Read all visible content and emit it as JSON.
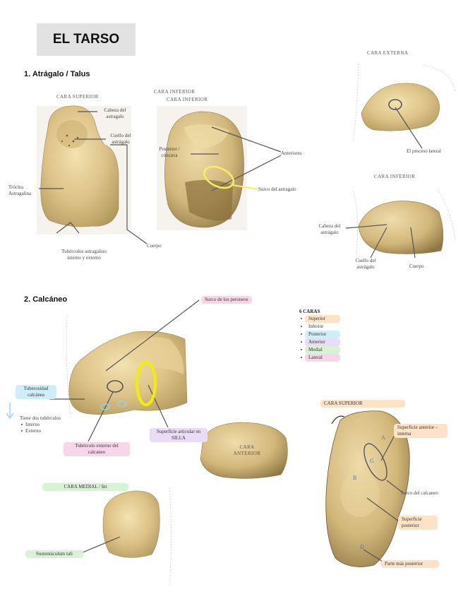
{
  "title": "EL TARSO",
  "section1": {
    "heading": "1. Atrágalo / Talus",
    "cara_superior": {
      "caption": "CARA SUPERIOR",
      "cabeza": "Cabeza del astragalo",
      "cuello": "Cuello del astrágalo",
      "troclea": "Tróclea Astragalina",
      "tuberculos": "Tubérculos astragalino interno y externo",
      "cuerpo": "Cuerpo"
    },
    "cara_inferior": {
      "caption": "CARA INFERIOR",
      "posterior": "Posterior / cóncava",
      "anteriores": "Anteriores",
      "surco": "Surco del astragalo"
    },
    "cara_externa": {
      "caption": "CARA EXTERNA",
      "proceso": "El proceso lateral"
    },
    "cara_inferior_right": {
      "caption": "CARA INFERIOR",
      "cabeza": "Cabeza del astrágalo",
      "cuello": "Cuello del astrágalo",
      "cuerpo": "Cuerpo"
    }
  },
  "section2": {
    "heading": "2. Calcáneo",
    "surco_peroneos": "Surco de los peroneos",
    "seis_caras": {
      "heading": "6 CARAS",
      "items": [
        "Superior",
        "Inferior",
        "Posterior",
        "Anterior",
        "Medial",
        "Lateral"
      ],
      "colors": [
        "#fde3c6",
        "#ffffff",
        "#cfeff8",
        "#eadcf6",
        "#d8f2d6",
        "#f8d6ea"
      ]
    },
    "tuberosidad": "Tuberosidad calcánea",
    "tiene": "Tiene dos tubérculos",
    "tiene_items": [
      "Interno",
      "Externo"
    ],
    "tuberculo_externo": "Tubérculo externo del calcaneo",
    "superficie_articular": "Superficie articular en SILLA",
    "cara_anterior": "CARA ANTERIOR",
    "cara_medial": "CARA MEDIAL / Int",
    "sustentaculum": "Sustentáculum tali",
    "cara_superior": {
      "caption": "CARA SUPERIOR",
      "sup_ant": "Superficie anterior -interna",
      "surco": "Surco del calcaneo",
      "sup_post": "Superficie posterior",
      "parte_post": "Parte más posterior",
      "letters": [
        "A",
        "G",
        "B",
        "D"
      ]
    }
  }
}
